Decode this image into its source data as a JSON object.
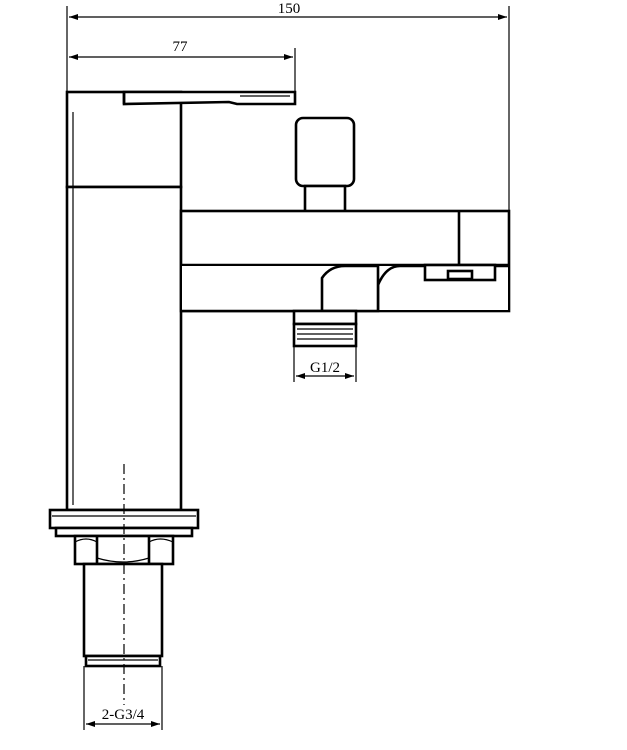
{
  "dimensions": {
    "overall_width": "150",
    "handle_width": "77",
    "outlet_thread": "G1/2",
    "inlet_thread": "2-G3/4"
  }
}
